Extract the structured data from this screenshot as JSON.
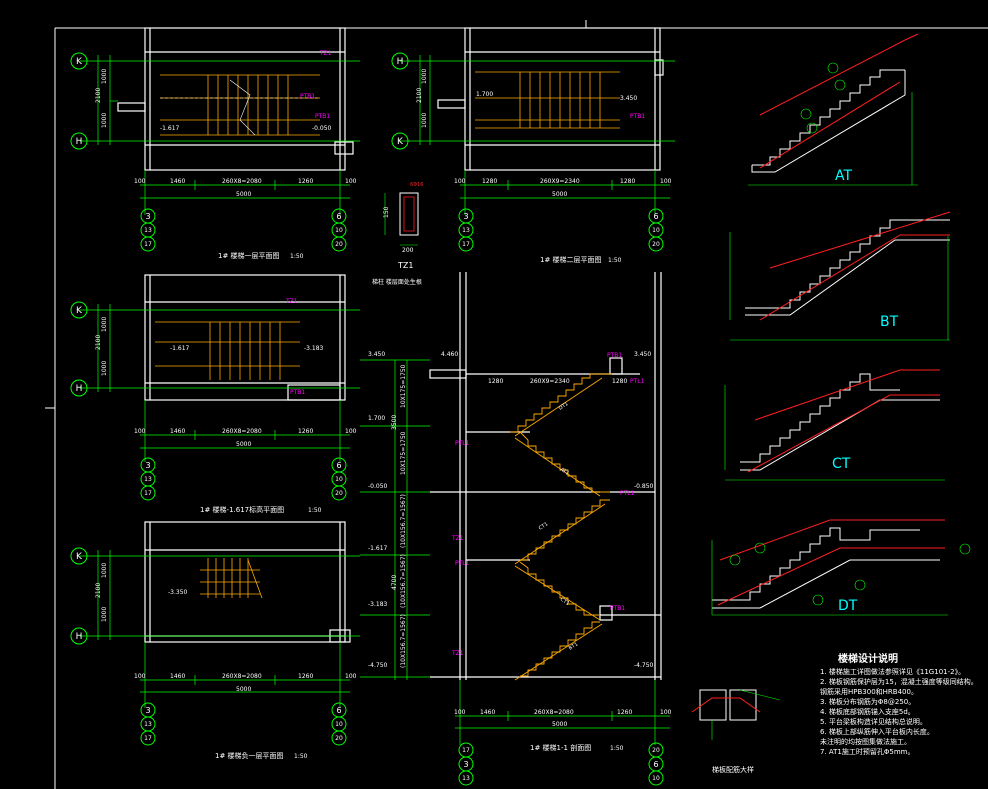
{
  "axis_bubbles": {
    "K": "K",
    "H": "H",
    "n3": "3",
    "n13": "13",
    "n17": "17",
    "n6": "6",
    "n10": "10",
    "n20": "20"
  },
  "plans": [
    {
      "title": "1# 楼梯一层平面图",
      "scale": "1:50",
      "dims": [
        "1460",
        "260X8=2080",
        "1260"
      ],
      "total": "5000",
      "left": "100",
      "right": "100",
      "side": [
        "2100",
        "1000",
        "1000"
      ],
      "levels": [
        "-1.617",
        "-0.050"
      ]
    },
    {
      "title": "1# 楼梯二层平面图",
      "scale": "1:50",
      "dims": [
        "1280",
        "260X9=2340",
        "1280"
      ],
      "total": "5000",
      "left": "100",
      "right": "100",
      "side": [
        "2100",
        "1000",
        "1000"
      ],
      "levels": [
        "1.700",
        "3.450"
      ]
    },
    {
      "title": "1# 楼梯-1.617标高平面图",
      "scale": "1:50",
      "dims": [
        "1460",
        "260X8=2080",
        "1260"
      ],
      "total": "5000",
      "left": "100",
      "right": "100",
      "side": [
        "2100",
        "1000",
        "1000"
      ],
      "levels": [
        "-1.617",
        "-3.183"
      ]
    },
    {
      "title": "1# 楼梯负一层平面图",
      "scale": "1:50",
      "dims": [
        "1460",
        "260X8=2080",
        "1260"
      ],
      "total": "5000",
      "left": "100",
      "right": "100",
      "side": [
        "2100",
        "1000",
        "1000"
      ],
      "levels": [
        "-3.350"
      ]
    },
    {
      "title": "1# 楼梯1-1 剖面图",
      "scale": "1:50",
      "dims": [
        "1460",
        "260X8=2080",
        "1260"
      ],
      "total": "5000",
      "left": "100",
      "right": "100",
      "side": [],
      "levels": []
    }
  ],
  "section_top_dims": [
    "1280",
    "260X9=2340",
    "1280"
  ],
  "section_levels": [
    "3.450",
    "1.700",
    "-0.050",
    "-1.617",
    "-3.183",
    "-4.750",
    "3.450",
    "-0.850",
    "-4.750"
  ],
  "section_vert_dims": [
    "3500",
    "10X175=1750",
    "10X175=1750",
    "4700",
    "(10X156.7=1567)",
    "(10X156.7=1567)",
    "(10X156.7=1567)"
  ],
  "tz1": {
    "label": "TZ1",
    "note": "梯柱 楼层面处生根",
    "dims": [
      "200",
      "150"
    ]
  },
  "stair_types": [
    "AT",
    "BT",
    "CT",
    "DT"
  ],
  "detail_label": "梯板配筋大样",
  "notes": {
    "title": "楼梯设计说明",
    "items": [
      "1. 楼梯施工详图做法参照详见《11G101-2》。",
      "2. 梯板钢筋保护层为15，混凝土强度等级同结构。",
      "   钢筋采用HPB300和HRB400。",
      "3. 梯板分布钢筋为Φ8@250。",
      "4. 梯板底部钢筋锚入支座5d。",
      "5. 平台梁板构造详见结构总说明。",
      "6. 梯板上部纵筋伸入平台板内长度。",
      "   未注明的均按图集做法施工。",
      "7. AT1施工时预留孔Φ5mm。"
    ]
  },
  "colors": {
    "grid": "#00ff00",
    "dim": "#00ff00",
    "wall": "#ffffff",
    "stair": "#ffaa00",
    "rebar": "#ff2020",
    "text": "#ffffff",
    "mag": "#ff00ff",
    "cyan": "#00ffff",
    "yellow": "#ffff00"
  }
}
